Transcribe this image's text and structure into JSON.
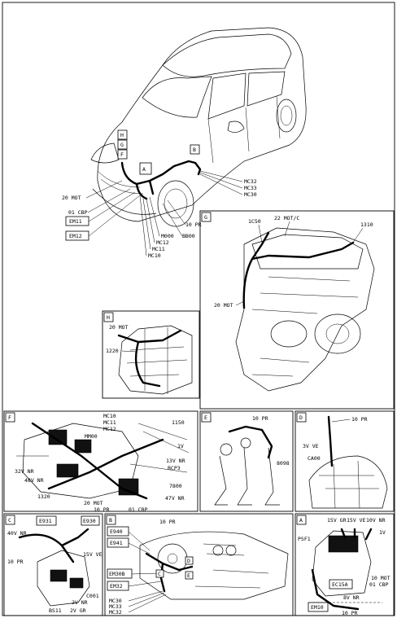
{
  "car_view": {
    "zone_markers": [
      "H",
      "G",
      "F",
      "A",
      "B"
    ],
    "left_labels": [
      "20 MOT",
      "01 CBP"
    ],
    "left_boxes": [
      "EM11",
      "EM12"
    ],
    "bottom_labels": [
      "M000",
      "MC12",
      "MC11",
      "MC10"
    ],
    "right_labels": [
      "MC32",
      "MC33",
      "MC30",
      "10 PR",
      "BB00"
    ]
  },
  "panel_g": {
    "letter": "G",
    "labels": [
      "1C50",
      "22 MOT/C",
      "1310",
      "20 MOT"
    ]
  },
  "panel_h": {
    "letter": "H",
    "labels": [
      "20 MOT",
      "1220"
    ]
  },
  "panel_f": {
    "letter": "F",
    "labels": [
      "MC10",
      "MC11",
      "MC12",
      "MM00",
      "1150",
      "1V",
      "13V NR",
      "BCP3",
      "32V NR",
      "48V NR",
      "1320",
      "20 MOT",
      "10 PR",
      "01 CBP",
      "7800",
      "47V NR"
    ]
  },
  "panel_e": {
    "letter": "E",
    "labels": [
      "10 PR",
      "8098"
    ]
  },
  "panel_d": {
    "letter": "D",
    "labels": [
      "10 PR",
      "3V VE",
      "CA00"
    ]
  },
  "panel_c": {
    "letter": "C",
    "boxes": [
      "E931",
      "E930"
    ],
    "labels": [
      "40V NR",
      "10 PR",
      "15V VE",
      "C001",
      "2V NR",
      "BS11",
      "2V GR"
    ]
  },
  "panel_b": {
    "letter": "B",
    "boxes": [
      "E940",
      "E941",
      "EM30B",
      "EM32"
    ],
    "markers": [
      "D",
      "C",
      "E"
    ],
    "labels": [
      "10 PR",
      "MC30",
      "MC33",
      "MC32"
    ]
  },
  "panel_a": {
    "letter": "A",
    "boxes": [
      "EC15A",
      "EM10"
    ],
    "labels": [
      "15V GR",
      "15V VE",
      "10V NR",
      "1V",
      "PSF1",
      "10 MOT",
      "01 CBP",
      "8V NR",
      "10 PR"
    ]
  }
}
